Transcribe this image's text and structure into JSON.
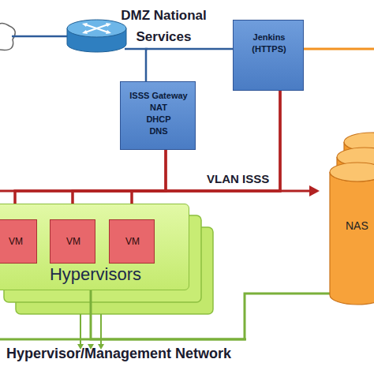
{
  "diagram": {
    "nodes": [
      {
        "text": [
          "Jenkins (HTTPS)"
        ]
      },
      {
        "text": [
          "ISSS Gateway",
          "NAT DHCP DNS"
        ]
      },
      {
        "text": [
          "Hypervisors"
        ]
      },
      {
        "text": [
          "VM"
        ],
        "in": 2
      },
      {
        "text": [
          "VM"
        ],
        "in": 2
      },
      {
        "text": [
          "VM"
        ],
        "in": 2
      },
      {
        "text": [
          "NAS"
        ]
      }
    ],
    "edges": [
      {
        "from": 1,
        "to": 0,
        "arrow": "none"
      },
      {
        "from": 1,
        "to": 3,
        "arrow": "none"
      },
      {
        "from": 1,
        "to": 4,
        "arrow": "none"
      },
      {
        "from": 1,
        "to": 5,
        "arrow": "none"
      },
      {
        "from": 0,
        "to": 3,
        "arrow": "none"
      },
      {
        "from": 0,
        "to": 4,
        "arrow": "none"
      },
      {
        "from": 0,
        "to": 5,
        "arrow": "none"
      },
      {
        "from": 2,
        "to": 6,
        "arrow": "none"
      }
    ],
    "labels": [
      "DMZ National Services",
      "VLAN ISSS",
      "Hypervisor/Management Network"
    ]
  }
}
